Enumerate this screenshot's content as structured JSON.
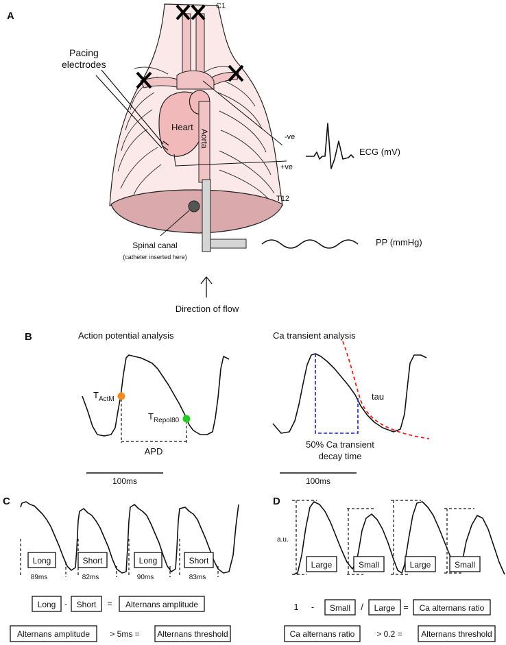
{
  "panels": {
    "a": "A",
    "b": "B",
    "c": "C",
    "d": "D"
  },
  "panel_a": {
    "c1": "C1",
    "t12": "T12",
    "pacing_line1": "Pacing",
    "pacing_line2": "electrodes",
    "heart": "Heart",
    "aorta": "Aorta",
    "neg": "-ve",
    "pos": "+ve",
    "ecg": "ECG (mV)",
    "spinal": "Spinal canal",
    "spinal_note": "(catheter inserted here)",
    "pp": "PP (mmHg)",
    "flow": "Direction of flow"
  },
  "panel_b": {
    "ap_title": "Action potential analysis",
    "t_actm_main": "T",
    "t_actm_sub": "ActM",
    "t_repol_main": "T",
    "t_repol_sub": "Repol80",
    "apd": "APD",
    "scale_left": "100ms",
    "ca_title": "Ca transient analysis",
    "tau": "tau",
    "decay_line1": "50% Ca transient",
    "decay_line2": "decay time",
    "scale_right": "100ms",
    "colors": {
      "actm": "#f28c1e",
      "repol": "#22cc22",
      "fit": "#ee1c1c",
      "decay": "#1a1aee"
    }
  },
  "panel_c": {
    "beats": [
      {
        "label": "Long",
        "ms": "89ms"
      },
      {
        "label": "Short",
        "ms": "82ms"
      },
      {
        "label": "Long",
        "ms": "90ms"
      },
      {
        "label": "Short",
        "ms": "83ms"
      }
    ],
    "eq1": {
      "a": "Long",
      "op": "-",
      "b": "Short",
      "eq": "=",
      "result": "Alternans amplitude"
    },
    "eq2": {
      "a": "Alternans amplitude",
      "op": "> 5ms =",
      "result": "Alternans threshold"
    }
  },
  "panel_d": {
    "au": "a.u.",
    "beats": [
      "Large",
      "Small",
      "Large",
      "Small"
    ],
    "eq1": {
      "one": "1",
      "minus": "-",
      "small": "Small",
      "div": "/",
      "large": "Large",
      "eq": "=",
      "result": "Ca alternans ratio"
    },
    "eq2": {
      "a": "Ca alternans ratio",
      "op": "> 0.2 =",
      "result": "Alternans threshold"
    }
  }
}
